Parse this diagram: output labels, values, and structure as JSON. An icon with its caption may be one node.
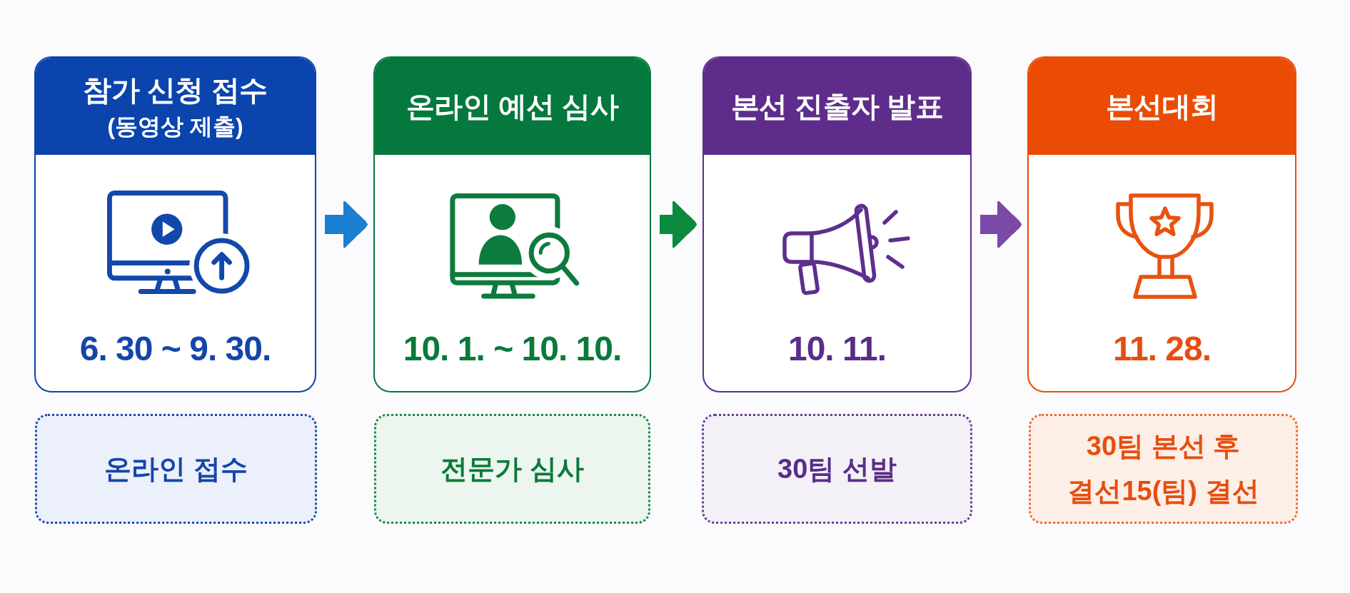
{
  "diagram": {
    "nodes": [
      {
        "text": [
          "참가 신청 접수",
          "(동영상 제출)",
          "6. 30 ~ 9. 30."
        ]
      },
      {
        "text": [
          "온라인 예선 심사",
          "10. 1. ~ 10. 10."
        ]
      },
      {
        "text": [
          "본선 진출자 발표",
          "10. 11."
        ]
      },
      {
        "text": [
          "본선대회",
          "11. 28."
        ]
      },
      {
        "text": [
          "온라인 접수"
        ]
      },
      {
        "text": [
          "전문가 심사"
        ]
      },
      {
        "text": [
          "30팀 선발"
        ]
      },
      {
        "text": [
          "30팀 본선 후 결선15(팀) 결선"
        ]
      }
    ],
    "edges": [
      {
        "from": 0,
        "to": 1,
        "arrow": "to",
        "color": "#1a7fd1"
      },
      {
        "from": 1,
        "to": 2,
        "arrow": "to",
        "color": "#0b8a3e"
      },
      {
        "from": 2,
        "to": 3,
        "arrow": "to",
        "color": "#7b4aa8"
      }
    ]
  }
}
